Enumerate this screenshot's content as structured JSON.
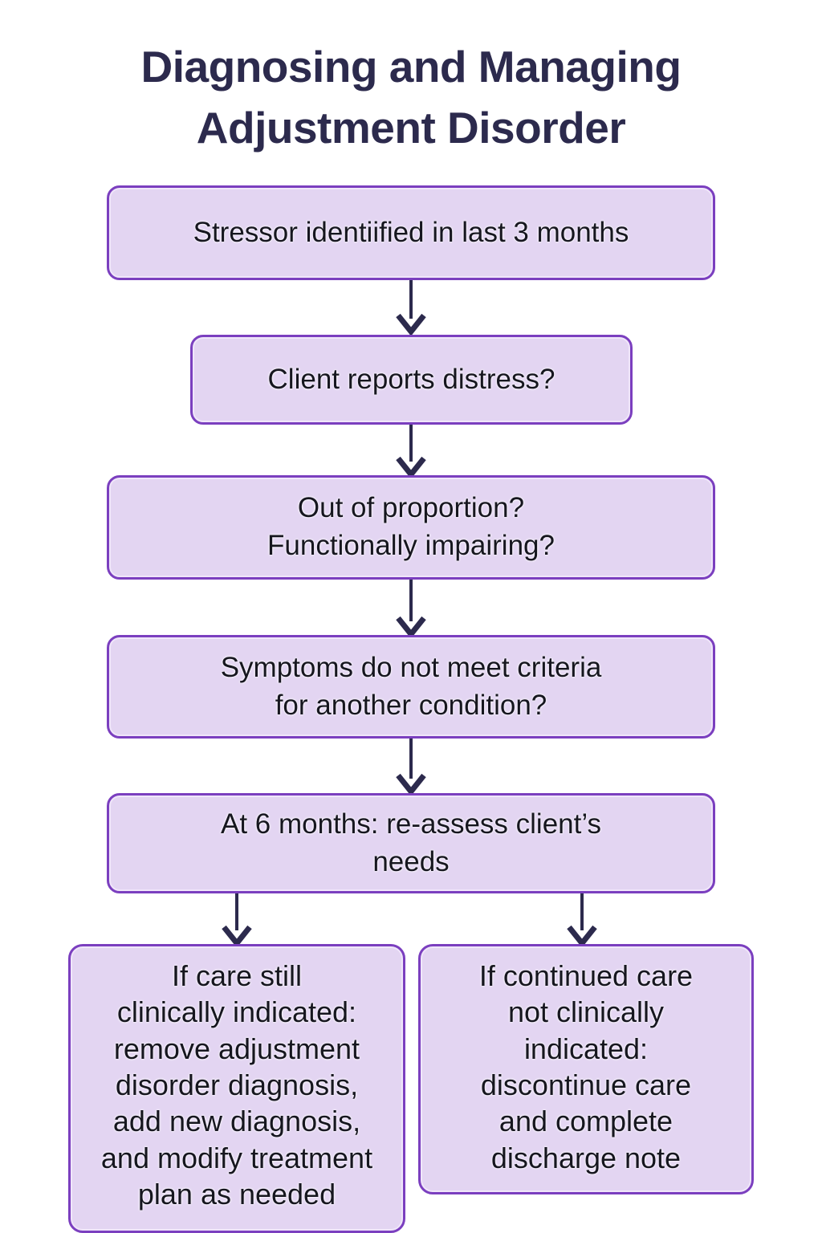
{
  "title": {
    "line1": "Diagnosing and Managing",
    "line2": "Adjustment Disorder"
  },
  "colors": {
    "background": "#ffffff",
    "title_text": "#2c2a4d",
    "node_fill": "#e3d5f2",
    "node_border": "#7b3fbf",
    "node_inner_highlight": "#f0e6fa",
    "node_text": "#16161f",
    "arrow": "#2c2a4d"
  },
  "flowchart": {
    "type": "flowchart",
    "orientation": "top-to-bottom",
    "nodes": [
      {
        "id": "stressor",
        "label": "Stressor identiified in last 3 months"
      },
      {
        "id": "distress",
        "label": "Client reports distress?"
      },
      {
        "id": "proportion",
        "label": "Out of proportion?\nFunctionally impairing?"
      },
      {
        "id": "criteria",
        "label": "Symptoms do not meet criteria\nfor another condition?"
      },
      {
        "id": "reassess",
        "label": "At 6 months: re-assess client’s\nneeds"
      },
      {
        "id": "continue-care",
        "label": "If care still\nclinically indicated:\nremove adjustment\ndisorder diagnosis,\nadd new diagnosis,\nand modify treatment\nplan as needed"
      },
      {
        "id": "discharge",
        "label": "If continued care\nnot clinically\nindicated:\ndiscontinue care\nand complete\ndischarge note"
      }
    ],
    "edges": [
      {
        "from": "stressor",
        "to": "distress"
      },
      {
        "from": "distress",
        "to": "proportion"
      },
      {
        "from": "proportion",
        "to": "criteria"
      },
      {
        "from": "criteria",
        "to": "reassess"
      },
      {
        "from": "reassess",
        "to": "continue-care"
      },
      {
        "from": "reassess",
        "to": "discharge"
      }
    ]
  }
}
